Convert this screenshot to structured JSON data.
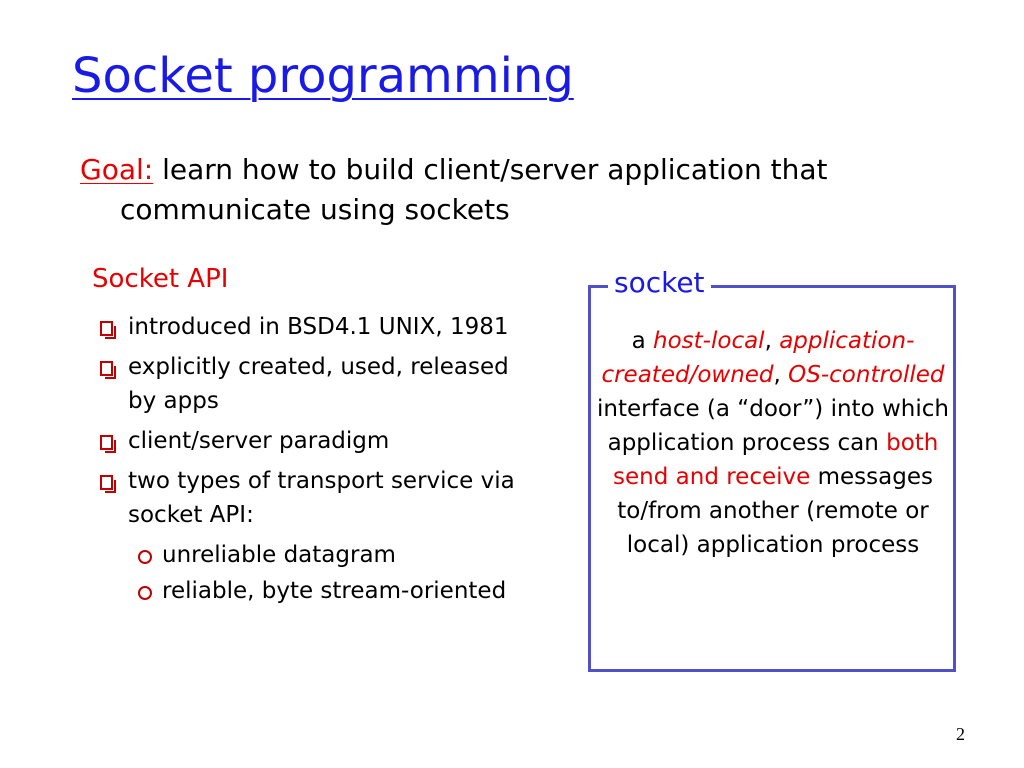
{
  "title": "Socket programming",
  "goal": {
    "label": "Goal:",
    "line1": " learn how to build client/server application that",
    "line2": "communicate using sockets"
  },
  "socket_api": {
    "heading": "Socket API",
    "items": [
      {
        "text": "introduced in BSD4.1 UNIX, 1981"
      },
      {
        "text": "explicitly created, used, released by apps"
      },
      {
        "text": "client/server paradigm"
      },
      {
        "text": "two types of transport service via socket API:"
      }
    ],
    "sub_items": [
      {
        "text": "unreliable datagram"
      },
      {
        "text": "reliable, byte stream-oriented"
      }
    ]
  },
  "socket_box": {
    "label": "socket",
    "def": {
      "a": "a ",
      "host_local": "host-local",
      "comma1": ", ",
      "app_created": "application-created/owned",
      "comma2": ",",
      "os_controlled": "OS-controlled",
      "interface": " interface (a “door”) into which application process can ",
      "both_send": "both send and receive",
      "tail": " messages to/from another (remote or local) application process"
    }
  },
  "page_number": "2",
  "colors": {
    "title": "#1a1ae6",
    "accent_red": "#e60000",
    "frame": "#5050c8",
    "bullet": "#c00000"
  }
}
